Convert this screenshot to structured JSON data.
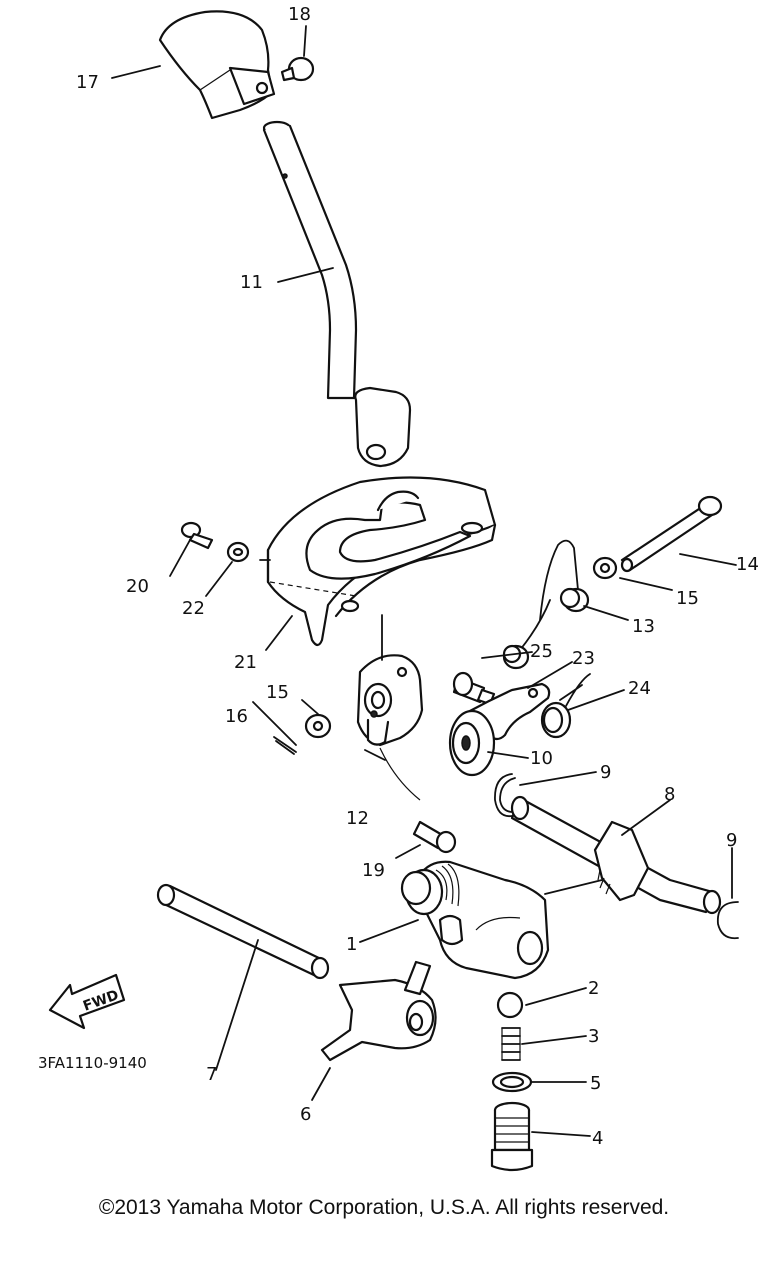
{
  "labels": [
    {
      "id": "17",
      "text": "17"
    },
    {
      "id": "18",
      "text": "18"
    },
    {
      "id": "11",
      "text": "11"
    },
    {
      "id": "20",
      "text": "20"
    },
    {
      "id": "22",
      "text": "22"
    },
    {
      "id": "21",
      "text": "21"
    },
    {
      "id": "14",
      "text": "14"
    },
    {
      "id": "15a",
      "text": "15"
    },
    {
      "id": "13",
      "text": "13"
    },
    {
      "id": "25",
      "text": "25"
    },
    {
      "id": "23",
      "text": "23"
    },
    {
      "id": "24",
      "text": "24"
    },
    {
      "id": "15b",
      "text": "15"
    },
    {
      "id": "16",
      "text": "16"
    },
    {
      "id": "10",
      "text": "10"
    },
    {
      "id": "9a",
      "text": "9"
    },
    {
      "id": "8",
      "text": "8"
    },
    {
      "id": "9b",
      "text": "9"
    },
    {
      "id": "12",
      "text": "12"
    },
    {
      "id": "19",
      "text": "19"
    },
    {
      "id": "1",
      "text": "1"
    },
    {
      "id": "2",
      "text": "2"
    },
    {
      "id": "3",
      "text": "3"
    },
    {
      "id": "5",
      "text": "5"
    },
    {
      "id": "4",
      "text": "4"
    },
    {
      "id": "6",
      "text": "6"
    },
    {
      "id": "7",
      "text": "7"
    }
  ],
  "fwd_arrow_text": "FWD",
  "diagram_code": "3FA1110-9140",
  "copyright": "©2013 Yamaha Motor Corporation, U.S.A. All rights reserved."
}
